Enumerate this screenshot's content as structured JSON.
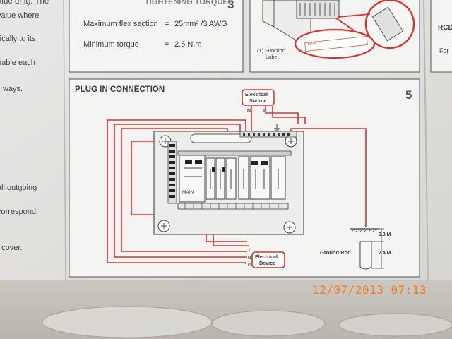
{
  "left_column": {
    "lines": [
      "alue unit). The",
      "value where",
      "rically to its",
      "nable each",
      "ways.",
      "all outgoing",
      "correspond",
      "t cover."
    ]
  },
  "torque_panel": {
    "step": "3",
    "heading": "TIGHTENING TORQUES",
    "rows": [
      {
        "label": "Maximum flex section",
        "eq": "=",
        "value": "25mm² /3 AWG"
      },
      {
        "label": "Minimum torque",
        "eq": "=",
        "value": "2.5 N.m"
      }
    ]
  },
  "function_panel": {
    "caption_line1": "(1) Function",
    "caption_line2": "Label",
    "oval_tag": "MAIN"
  },
  "right_strip": {
    "rcd_label": "RCD",
    "for_label": "For"
  },
  "plug_panel": {
    "title": "PLUG IN CONNECTION",
    "step": "5",
    "source_line1": "Electrical",
    "source_line2": "Source",
    "source_n": "N",
    "source_l": "L",
    "device_line1": "Electrical",
    "device_line2": "Device",
    "device_l": "L",
    "device_n": "N",
    "device_g": "G",
    "ground_label": "Ground Rod",
    "dim_top": "0.3 M",
    "dim_bottom": "2.4 M",
    "main_tag": "MAIN"
  },
  "timestamp": "12/07/2013  07:13",
  "colors": {
    "wire": "#d8332e",
    "paper": "#f3f3f1",
    "ink": "#3b3d44",
    "stamp": "#ff7a1a"
  }
}
